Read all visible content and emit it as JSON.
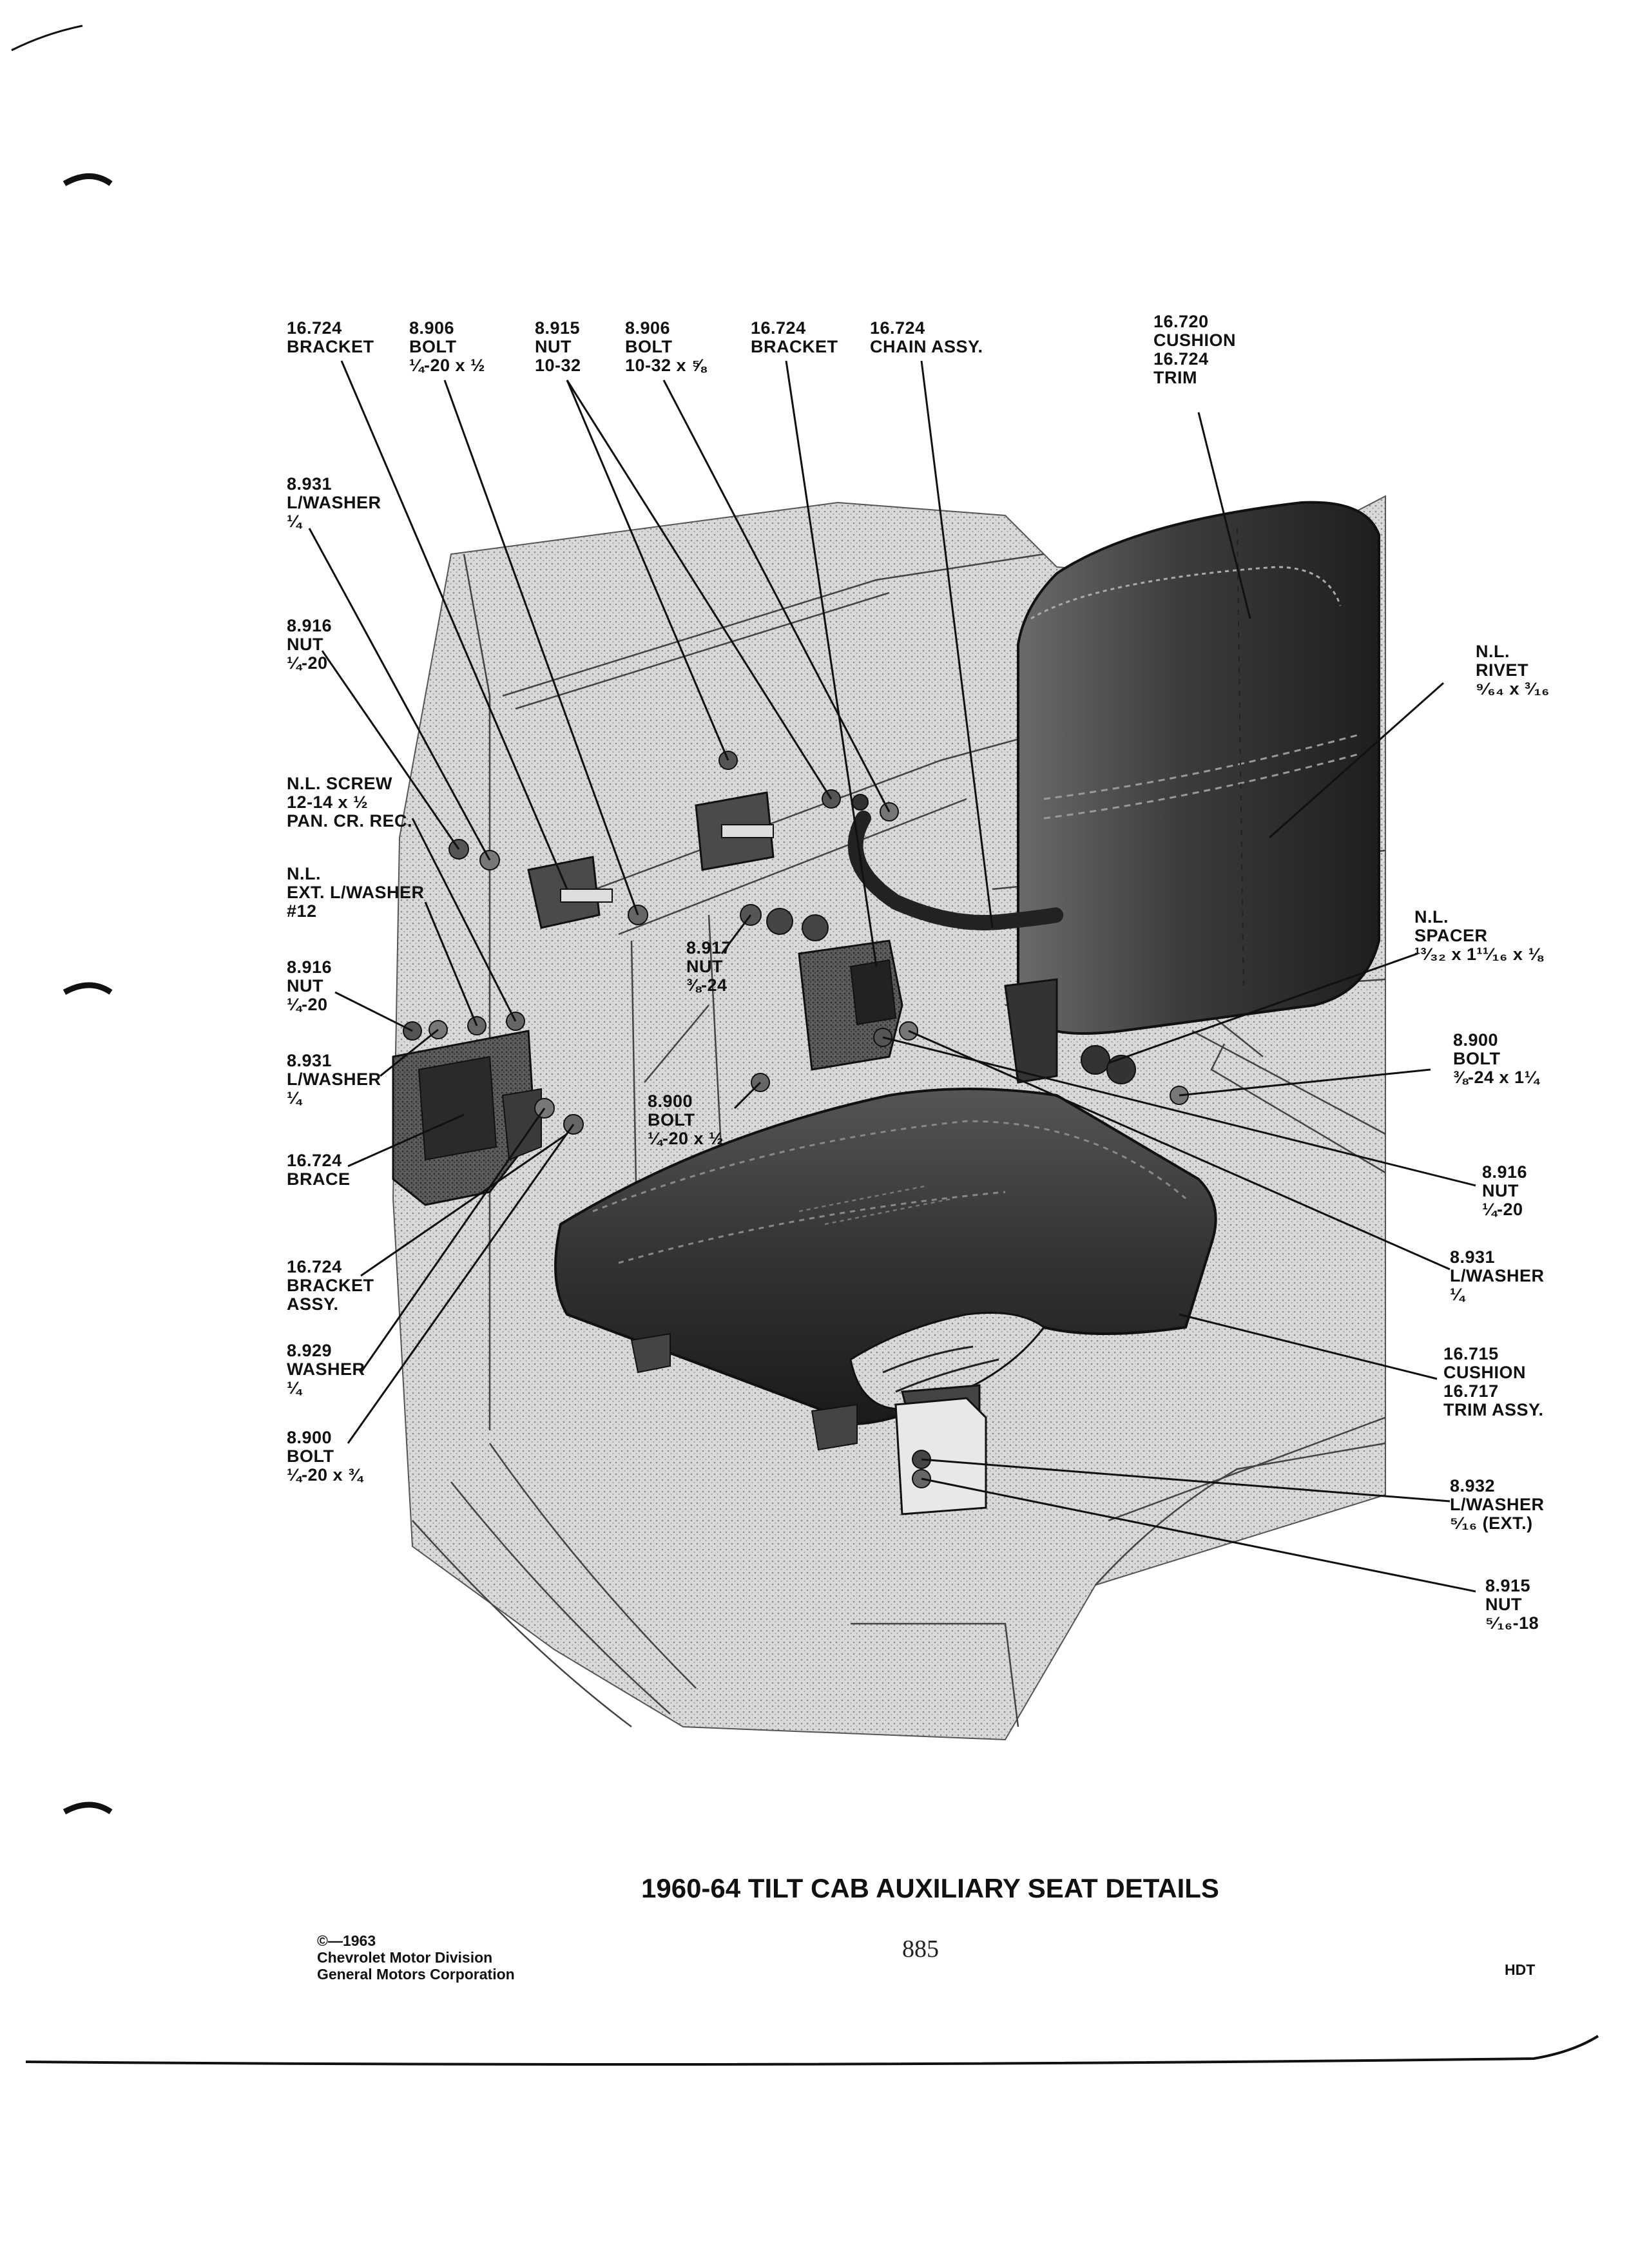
{
  "title": "1960-64 TILT CAB AUXILIARY SEAT DETAILS",
  "page_number": "885",
  "footer": {
    "copyright": "©—1963",
    "company_1": "Chevrolet Motor Division",
    "company_2": "General Motors Corporation",
    "code": "HDT"
  },
  "callouts": [
    {
      "id": "bracket-top-left",
      "lines": [
        "16.724",
        "BRACKET"
      ]
    },
    {
      "id": "bolt-1-4-20",
      "lines": [
        "8.906",
        "BOLT",
        "¼-20 x ½"
      ]
    },
    {
      "id": "nut-10-32",
      "lines": [
        "8.915",
        "NUT",
        "10-32"
      ]
    },
    {
      "id": "bolt-10-32",
      "lines": [
        "8.906",
        "BOLT",
        "10-32 x ⅝"
      ]
    },
    {
      "id": "bracket-top-mid",
      "lines": [
        "16.724",
        "BRACKET"
      ]
    },
    {
      "id": "chain-assy",
      "lines": [
        "16.724",
        "CHAIN ASSY."
      ]
    },
    {
      "id": "cushion-trim-back",
      "lines": [
        "16.720",
        "CUSHION",
        "16.724",
        "TRIM"
      ]
    },
    {
      "id": "lwasher-upper",
      "lines": [
        "8.931",
        "L/WASHER",
        "¼"
      ]
    },
    {
      "id": "nut-upper",
      "lines": [
        "8.916",
        "NUT",
        "¼-20"
      ]
    },
    {
      "id": "rivet",
      "lines": [
        "N.L.",
        "RIVET",
        "⁹⁄₆₄ x ³⁄₁₆"
      ]
    },
    {
      "id": "screw",
      "lines": [
        "N.L. SCREW",
        "12-14 x ½",
        "PAN. CR. REC."
      ]
    },
    {
      "id": "ext-lwasher",
      "lines": [
        "N.L.",
        "EXT. L/WASHER",
        "#12"
      ]
    },
    {
      "id": "spacer",
      "lines": [
        "N.L.",
        "SPACER",
        "¹³⁄₃₂ x 1¹¹⁄₁₆ x ⅛"
      ]
    },
    {
      "id": "nut-3-8-24",
      "lines": [
        "8.917",
        "NUT",
        "⅜-24"
      ]
    },
    {
      "id": "nut-left",
      "lines": [
        "8.916",
        "NUT",
        "¼-20"
      ]
    },
    {
      "id": "bolt-3-8-24",
      "lines": [
        "8.900",
        "BOLT",
        "⅜-24 x 1¼"
      ]
    },
    {
      "id": "lwasher-left",
      "lines": [
        "8.931",
        "L/WASHER",
        "¼"
      ]
    },
    {
      "id": "bolt-center",
      "lines": [
        "8.900",
        "BOLT",
        "¼-20 x ½"
      ]
    },
    {
      "id": "brace",
      "lines": [
        "16.724",
        "BRACE"
      ]
    },
    {
      "id": "nut-right",
      "lines": [
        "8.916",
        "NUT",
        "¼-20"
      ]
    },
    {
      "id": "bracket-assy",
      "lines": [
        "16.724",
        "BRACKET",
        "ASSY."
      ]
    },
    {
      "id": "lwasher-right",
      "lines": [
        "8.931",
        "L/WASHER",
        "¼"
      ]
    },
    {
      "id": "washer",
      "lines": [
        "8.929",
        "WASHER",
        "¼"
      ]
    },
    {
      "id": "cushion-trim-seat",
      "lines": [
        "16.715",
        "CUSHION",
        "16.717",
        "TRIM ASSY."
      ]
    },
    {
      "id": "bolt-lower-left",
      "lines": [
        "8.900",
        "BOLT",
        "¼-20 x ¾"
      ]
    },
    {
      "id": "lwasher-ext",
      "lines": [
        "8.932",
        "L/WASHER",
        "⁵⁄₁₆ (EXT.)"
      ]
    },
    {
      "id": "nut-5-16-18",
      "lines": [
        "8.915",
        "NUT",
        "⁵⁄₁₆-18"
      ]
    }
  ]
}
